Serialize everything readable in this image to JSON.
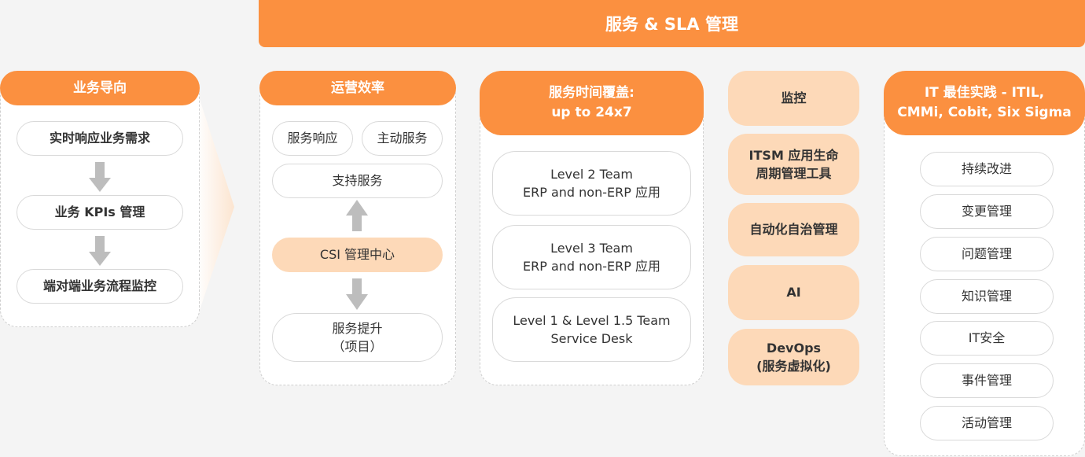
{
  "banner": {
    "title": "服务 & SLA 管理"
  },
  "business": {
    "title": "业务导向",
    "items": [
      "实时响应业务需求",
      "业务 KPIs 管理",
      "端对端业务流程监控"
    ]
  },
  "operations": {
    "title": "运营效率",
    "items": [
      "服务响应",
      "主动服务",
      "支持服务",
      "CSI 管理中心",
      "服务提升\n（项目）"
    ]
  },
  "coverage": {
    "title": "服务时间覆盖:\nup to 24x7",
    "items": [
      "Level 2 Team\nERP and non-ERP 应用",
      "Level 3 Team\nERP and non-ERP 应用",
      "Level 1 & Level 1.5 Team\nService Desk"
    ]
  },
  "tools": {
    "items": [
      "监控",
      "ITSM 应用生命\n周期管理工具",
      "自动化自治管理",
      "AI",
      "DevOps\n(服务虚拟化)"
    ]
  },
  "practice": {
    "title": "IT 最佳实践 - ITIL,\nCMMi, Cobit, Six Sigma",
    "items": [
      "持续改进",
      "变更管理",
      "问题管理",
      "知识管理",
      "IT安全",
      "事件管理",
      "活动管理"
    ]
  },
  "colors": {
    "accent": "#fb9040",
    "soft": "#fdd9b8",
    "arrow": "#bdbdbd"
  }
}
